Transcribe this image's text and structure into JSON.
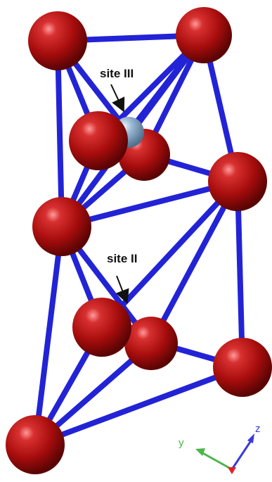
{
  "colors": {
    "bond": "#2323d6",
    "atom_red": "#b51010",
    "atom_grey_blue": "#8fb0cc",
    "axis_y": "#4ab54a",
    "axis_z": "#3a3ad8",
    "axis_x": "#e02222"
  },
  "labels": {
    "site3": "site III",
    "site2": "site II"
  },
  "axes": {
    "y": "y",
    "z": "z"
  }
}
